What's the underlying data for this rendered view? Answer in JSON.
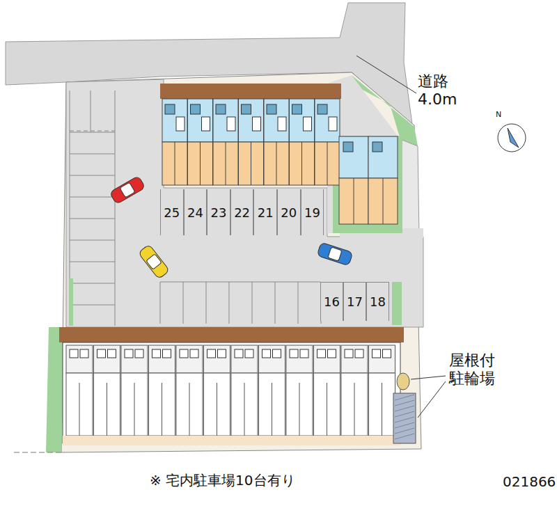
{
  "diagram": {
    "caption": "※ 宅内駐車場10台有り",
    "nodes": [
      {
        "text": [
          "25"
        ]
      },
      {
        "text": [
          "24"
        ]
      },
      {
        "text": [
          "23"
        ]
      },
      {
        "text": [
          "22"
        ]
      },
      {
        "text": [
          "21"
        ]
      },
      {
        "text": [
          "20"
        ]
      },
      {
        "text": [
          "19"
        ]
      },
      {
        "text": [
          "16"
        ]
      },
      {
        "text": [
          "17"
        ]
      },
      {
        "text": [
          "18"
        ]
      }
    ],
    "labels": [
      "道路 4.0m",
      "屋根付 駐輪場",
      "N",
      "021866"
    ]
  }
}
